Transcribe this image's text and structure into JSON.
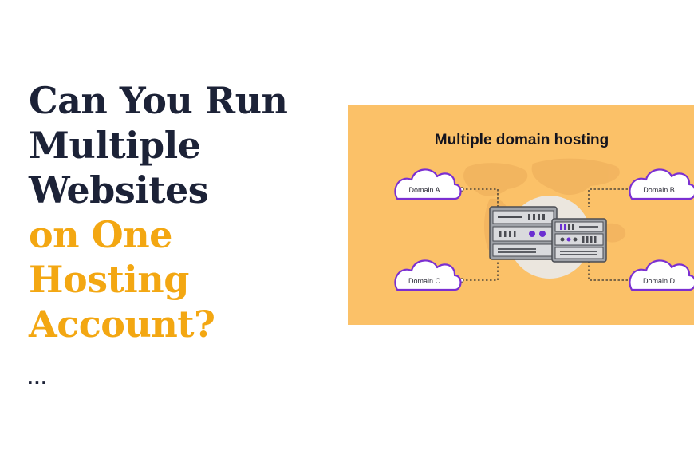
{
  "article": {
    "title_lines_dark": [
      "Can You Run",
      "Multiple",
      "Websites"
    ],
    "title_lines_accent": [
      "on One",
      "Hosting",
      "Account?"
    ],
    "excerpt": "...",
    "colors": {
      "dark": "#1c2237",
      "accent": "#f3a712"
    }
  },
  "illustration": {
    "title": "Multiple domain hosting",
    "background": "#fbc168",
    "cloud_outline": "#7b2fd1",
    "domains": [
      "Domain A",
      "Domain B",
      "Domain C",
      "Domain D"
    ]
  }
}
